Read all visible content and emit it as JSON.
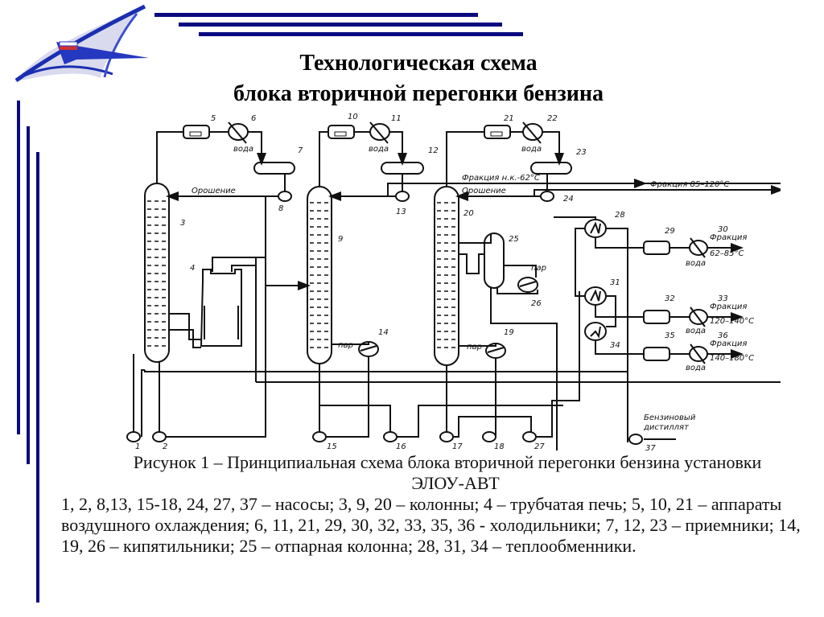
{
  "slide": {
    "title_line1": "Технологическая схема",
    "title_line2": "блока вторичной перегонки бензина",
    "accent_color": "#0a0a80",
    "logo": "airplane-wing-logo"
  },
  "diagram": {
    "labels": {
      "water": "вода",
      "steam": "пар",
      "reflux": "Орошение",
      "fraction_nk62": "Фракция н.к.-62°С",
      "fraction_85_120": "Фракция 85–120°С",
      "fraction": "Фракция",
      "range_62_85": "62–85°С",
      "range_120_140": "120–140°С",
      "range_140_180": "140–180°С",
      "gasoline_distillate_1": "Бензиновый",
      "gasoline_distillate_2": "дистиллят"
    },
    "equipment_numbers": [
      "1",
      "2",
      "3",
      "4",
      "5",
      "6",
      "7",
      "8",
      "9",
      "10",
      "11",
      "12",
      "13",
      "14",
      "15",
      "16",
      "17",
      "18",
      "19",
      "20",
      "21",
      "22",
      "23",
      "24",
      "25",
      "26",
      "27",
      "28",
      "29",
      "30",
      "31",
      "32",
      "33",
      "34",
      "35",
      "36",
      "37"
    ]
  },
  "caption": {
    "figure_line": "Рисунок 1 – Принципиальная схема блока вторичной перегонки бензина установки",
    "figure_line2": "ЭЛОУ-АВТ",
    "legend": "1, 2, 8,13, 15-18, 24, 27, 37 – насосы; 3, 9, 20 – колонны; 4 – трубчатая печь; 5, 10, 21 – аппараты воздушного охлаждения; 6, 11, 21, 29, 30, 32, 33, 35, 36 - холодильники; 7, 12, 23 – приемники; 14, 19, 26 – кипятильники; 25 – отпарная колонна; 28, 31, 34 – теплообменники."
  }
}
